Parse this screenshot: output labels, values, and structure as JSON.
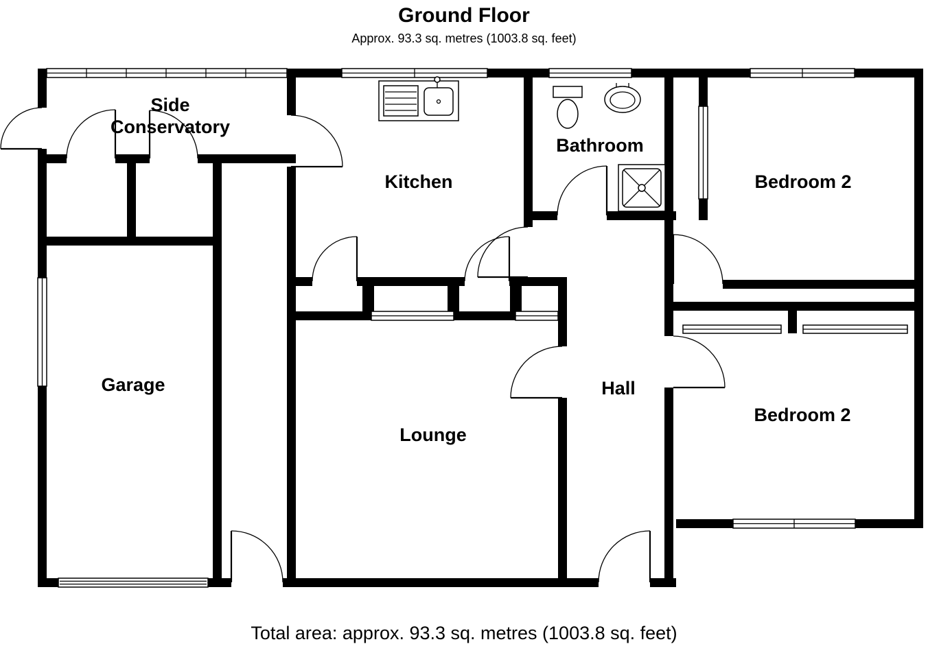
{
  "header": {
    "title": "Ground Floor",
    "subtitle": "Approx. 93.3 sq. metres (1003.8 sq. feet)"
  },
  "rooms": {
    "conservatory": {
      "line1": "Side",
      "line2": "Conservatory"
    },
    "kitchen": {
      "label": "Kitchen"
    },
    "bathroom": {
      "label": "Bathroom"
    },
    "bedroom_top": {
      "label": "Bedroom 2"
    },
    "garage": {
      "label": "Garage"
    },
    "lounge": {
      "label": "Lounge"
    },
    "hall": {
      "label": "Hall"
    },
    "bedroom_bottom": {
      "label": "Bedroom 2"
    }
  },
  "footer": {
    "total_area": "Total area: approx. 93.3 sq. metres (1003.8 sq. feet)"
  },
  "colors": {
    "wall": "#000000",
    "background": "#ffffff"
  }
}
